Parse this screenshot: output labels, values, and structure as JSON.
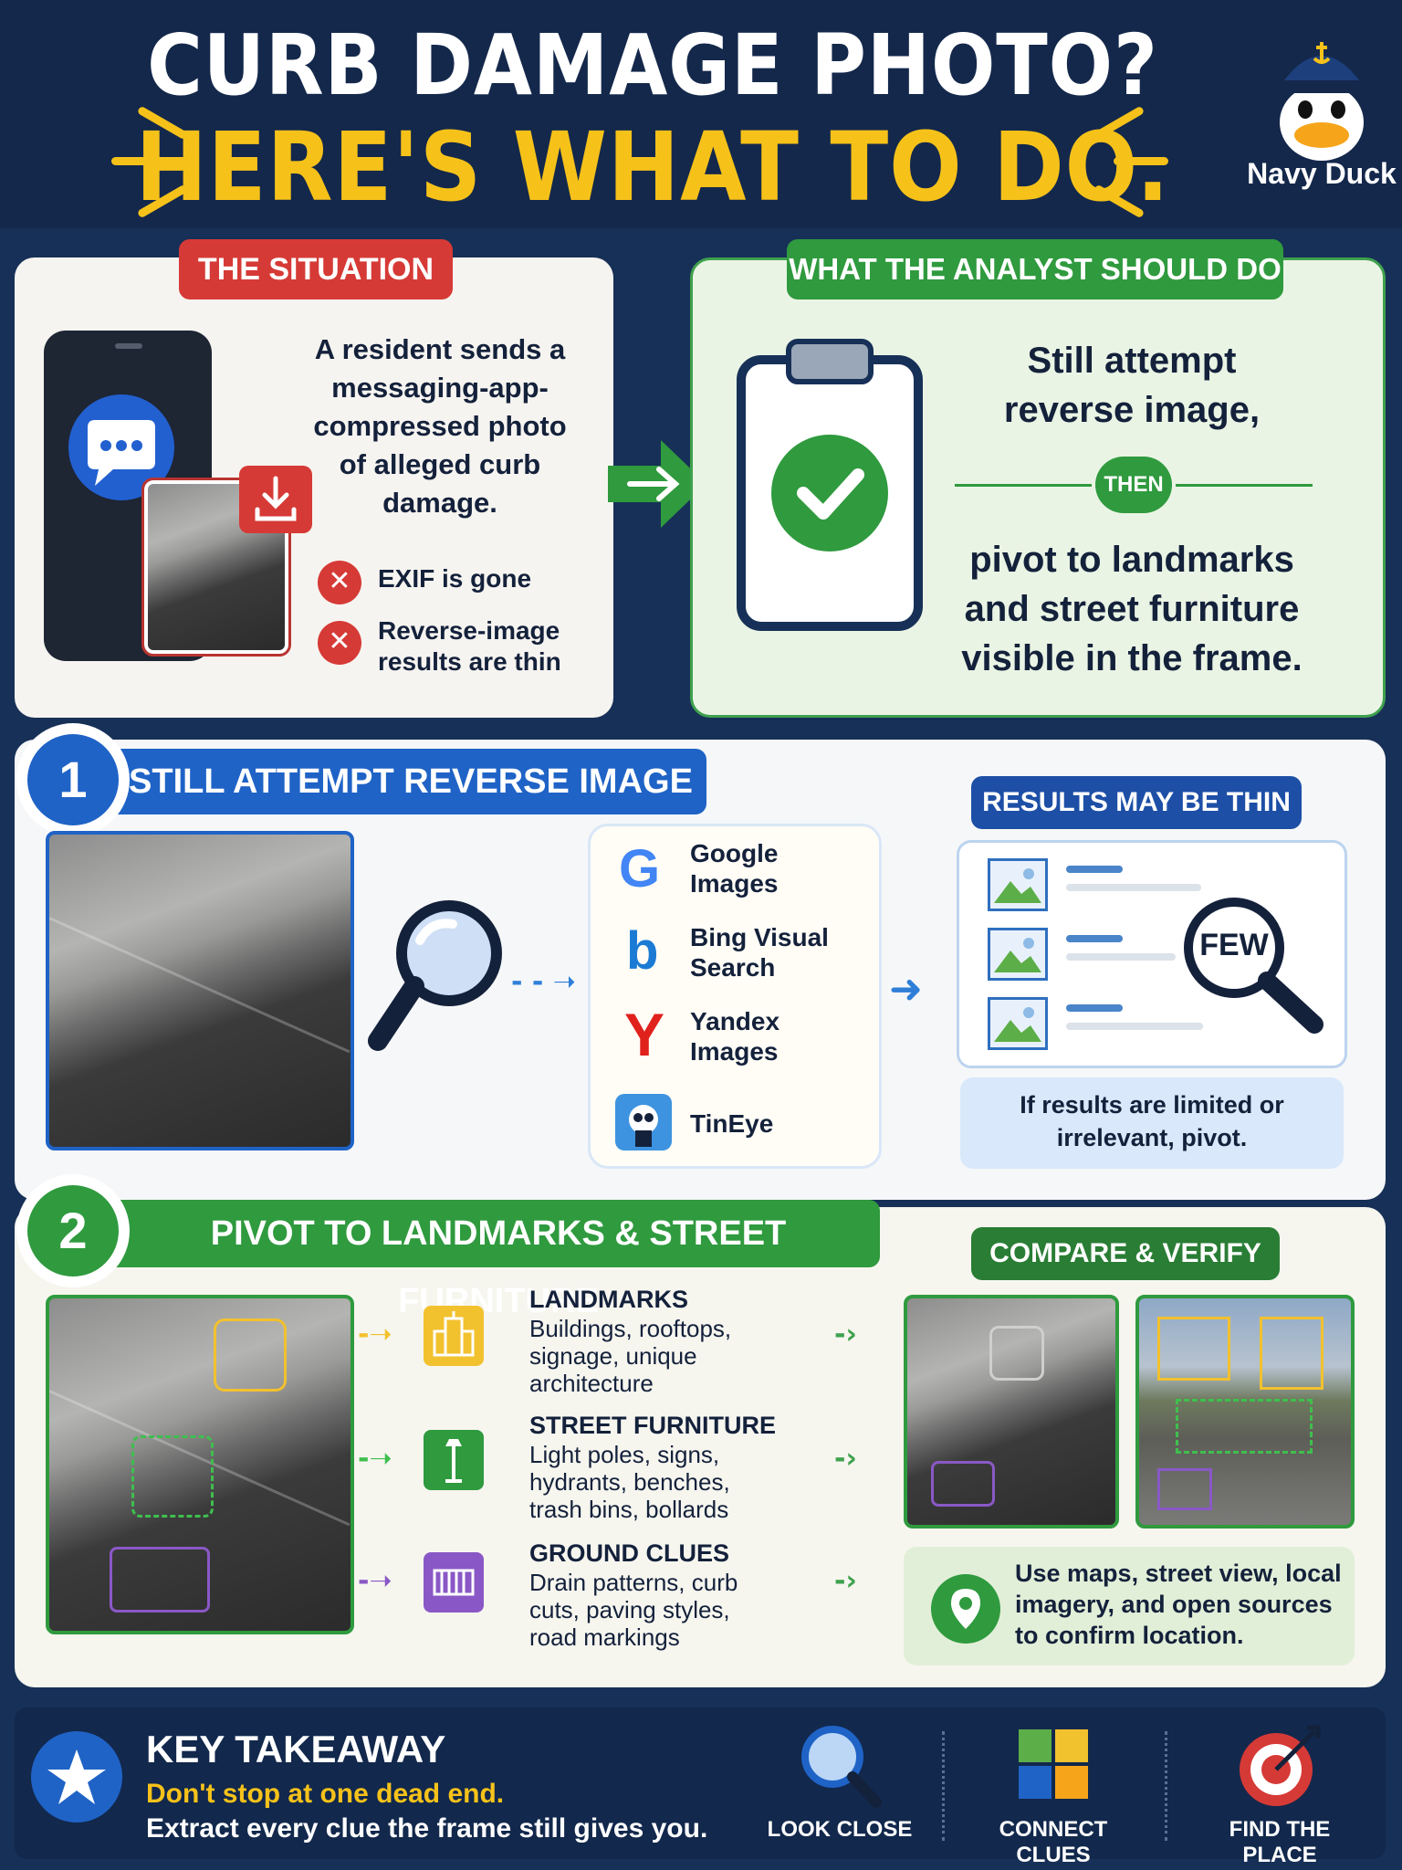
{
  "header": {
    "title_line1": "CURB DAMAGE PHOTO?",
    "title_line2": "HERE'S WHAT TO DO.",
    "mascot_name": "Navy Duck"
  },
  "situation": {
    "label": "THE SITUATION",
    "description": "A resident sends a messaging-app-compressed photo of alleged curb damage.",
    "problems": [
      "EXIF is gone",
      "Reverse-image results are thin"
    ]
  },
  "analyst": {
    "label": "WHAT THE ANALYST SHOULD DO",
    "step_a": "Still attempt reverse image,",
    "connector": "THEN",
    "step_b": "pivot to landmarks and street furniture visible in the frame."
  },
  "step1": {
    "number": "1",
    "title": "STILL ATTEMPT REVERSE IMAGE",
    "sources": [
      {
        "name": "Google Images",
        "icon": "google-icon"
      },
      {
        "name": "Bing Visual Search",
        "icon": "bing-icon"
      },
      {
        "name": "Yandex Images",
        "icon": "yandex-icon"
      },
      {
        "name": "TinEye",
        "icon": "tineye-icon"
      }
    ],
    "results_label": "RESULTS MAY BE THIN",
    "few_label": "FEW",
    "note": "If results are limited or irrelevant, pivot."
  },
  "step2": {
    "number": "2",
    "title": "PIVOT TO LANDMARKS & STREET FURNITURE",
    "categories": [
      {
        "title": "LANDMARKS",
        "desc": "Buildings, rooftops, signage, unique architecture",
        "icon": "building-icon",
        "color": "#f2c12e"
      },
      {
        "title": "STREET FURNITURE",
        "desc": "Light poles, signs, hydrants, benches, trash bins, bollards",
        "icon": "streetlight-icon",
        "color": "#2f9a3e"
      },
      {
        "title": "GROUND CLUES",
        "desc": "Drain patterns, curb cuts, paving styles, road markings",
        "icon": "drain-grate-icon",
        "color": "#8a58c6"
      }
    ],
    "compare_label": "COMPARE & VERIFY",
    "verify_note": "Use maps, street view, local imagery, and open sources to confirm location."
  },
  "takeaway": {
    "title": "KEY TAKEAWAY",
    "line1": "Don't stop at one dead end.",
    "line2": "Extract every clue the frame still gives you.",
    "actions": [
      {
        "label": "LOOK CLOSE",
        "icon": "magnifier-icon"
      },
      {
        "label": "CONNECT CLUES",
        "icon": "puzzle-icon"
      },
      {
        "label": "FIND THE PLACE",
        "icon": "target-icon"
      }
    ]
  },
  "colors": {
    "navy": "#173057",
    "yellow": "#f6c21a",
    "red": "#d63a36",
    "green": "#2f9a3e",
    "blue": "#1f63c6"
  }
}
